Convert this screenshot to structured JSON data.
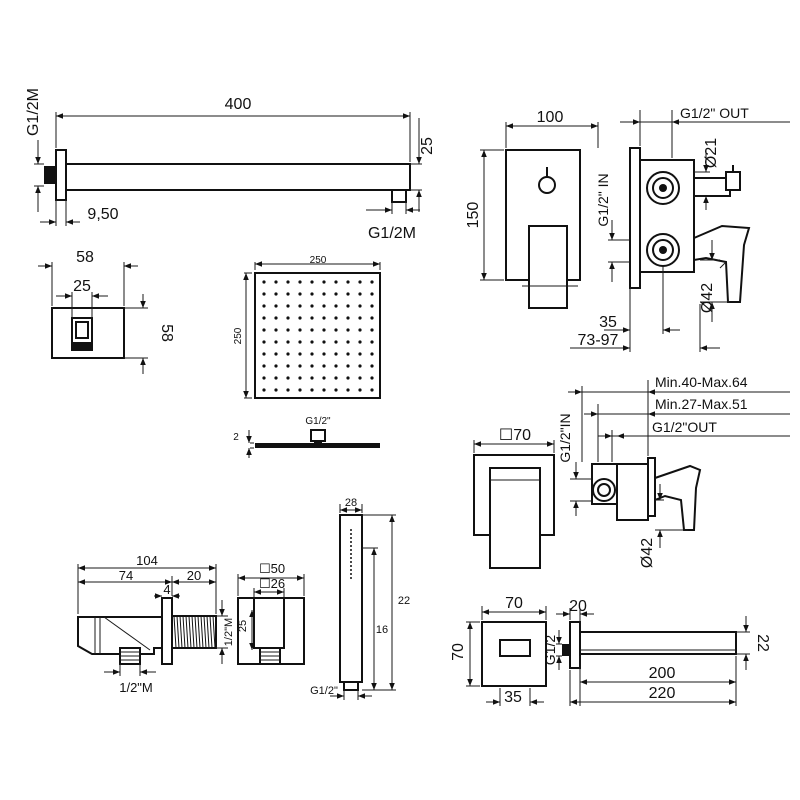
{
  "arm": {
    "length": "400",
    "height": "25",
    "thread_side": "G1/2M",
    "thread_bottom": "G1/2M",
    "offset": "9,50"
  },
  "flange": {
    "outer_width": "58",
    "inner_width": "25",
    "outer_height": "58"
  },
  "shower_head": {
    "width": "250",
    "depth": "250",
    "thread": "G1/2\"",
    "thickness": "2"
  },
  "diverter": {
    "width": "100",
    "height": "150",
    "out_label": "G1/2\" OUT",
    "in_label": "G1/2\" IN",
    "diam_21": "Ø21",
    "diam_42": "Ø42",
    "depth_35": "35",
    "depth_range": "73-97"
  },
  "mixer": {
    "plate": "☐70",
    "min40": "Min.40-Max.64",
    "min27": "Min.27-Max.51",
    "out_label": "G1/2\"OUT",
    "in_label": "G1/2\"IN",
    "diam_42": "Ø42"
  },
  "outlet": {
    "total": "104",
    "body": "74",
    "nut": "20",
    "gap": "4",
    "side_thread": "1/2\"M",
    "bottom_thread": "1/2\"M"
  },
  "outlet_front": {
    "plate": "☐50",
    "inner": "☐26",
    "height": "25"
  },
  "hand_shower": {
    "width": "28",
    "length": "22",
    "grip": "16",
    "thread": "G1/2\""
  },
  "spout": {
    "plate_w": "70",
    "plate_h": "70",
    "inner": "35",
    "thickness": "20",
    "height": "22",
    "reach": "200",
    "total": "220",
    "thread": "G1/2"
  }
}
